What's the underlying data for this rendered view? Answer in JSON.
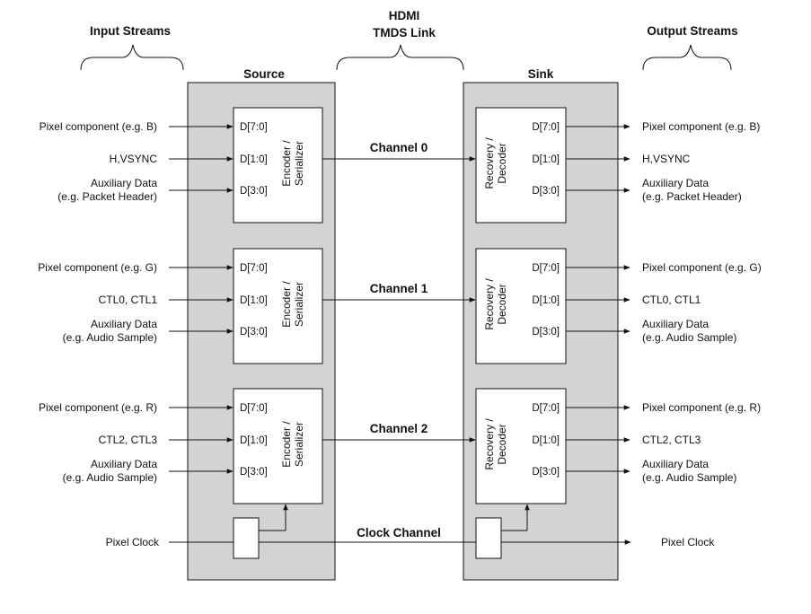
{
  "headers": {
    "input_streams": "Input Streams",
    "hdmi_line1": "HDMI",
    "hdmi_line2": "TMDS Link",
    "output_streams": "Output Streams",
    "source": "Source",
    "sink": "Sink"
  },
  "channels": [
    {
      "name": "Channel 0",
      "inputs": [
        {
          "lines": [
            "Pixel component (e.g. B)"
          ]
        },
        {
          "lines": [
            "H,VSYNC"
          ]
        },
        {
          "lines": [
            "Auxiliary Data",
            "(e.g. Packet Header)"
          ]
        }
      ],
      "outputs": [
        {
          "lines": [
            "Pixel component (e.g. B)"
          ]
        },
        {
          "lines": [
            "H,VSYNC"
          ]
        },
        {
          "lines": [
            "Auxiliary Data",
            "(e.g. Packet Header)"
          ]
        }
      ]
    },
    {
      "name": "Channel 1",
      "inputs": [
        {
          "lines": [
            "Pixel component (e.g. G)"
          ]
        },
        {
          "lines": [
            "CTL0, CTL1"
          ]
        },
        {
          "lines": [
            "Auxiliary Data",
            "(e.g. Audio Sample)"
          ]
        }
      ],
      "outputs": [
        {
          "lines": [
            "Pixel component (e.g. G)"
          ]
        },
        {
          "lines": [
            "CTL0, CTL1"
          ]
        },
        {
          "lines": [
            "Auxiliary Data",
            "(e.g. Audio Sample)"
          ]
        }
      ]
    },
    {
      "name": "Channel 2",
      "inputs": [
        {
          "lines": [
            "Pixel component (e.g. R)"
          ]
        },
        {
          "lines": [
            "CTL2, CTL3"
          ]
        },
        {
          "lines": [
            "Auxiliary Data",
            "(e.g. Audio Sample)"
          ]
        }
      ],
      "outputs": [
        {
          "lines": [
            "Pixel component (e.g. R)"
          ]
        },
        {
          "lines": [
            "CTL2, CTL3"
          ]
        },
        {
          "lines": [
            "Auxiliary Data",
            "(e.g. Audio Sample)"
          ]
        }
      ]
    }
  ],
  "pins": [
    "D[7:0]",
    "D[1:0]",
    "D[3:0]"
  ],
  "encoder_label": [
    "Encoder /",
    "Serializer"
  ],
  "decoder_label": [
    "Recovery /",
    "Decoder"
  ],
  "clock": {
    "name": "Clock Channel",
    "input_label": "Pixel Clock",
    "output_label": "Pixel Clock"
  },
  "colors": {
    "panel": "#d3d3d3",
    "line": "#111111",
    "block": "#ffffff"
  }
}
